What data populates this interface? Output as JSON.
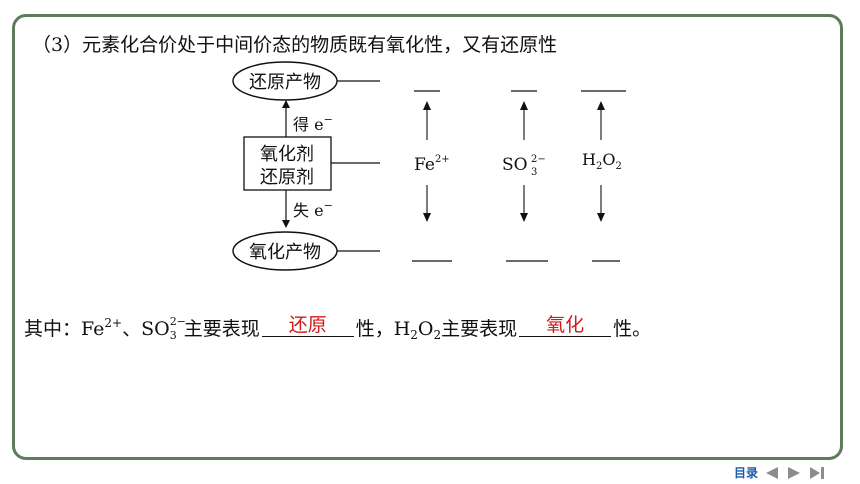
{
  "heading": "（3）元素化合价处于中间价态的物质既有氧化性，又有还原性",
  "diagram": {
    "reduction_product": "还原产物",
    "oxidation_product": "氧化产物",
    "agent_line1": "氧化剂",
    "agent_line2": "还原剂",
    "gain_label": "得 e",
    "loss_label": "失 e",
    "electron_charge": "−",
    "species": [
      {
        "base": "Fe",
        "sup": "2+"
      },
      {
        "base": "SO",
        "sub": "3",
        "sup": "2−"
      },
      {
        "base": "H",
        "sub1": "2",
        "mid": "O",
        "sub2": "2"
      }
    ]
  },
  "conclusion": {
    "prefix": "其中：Fe",
    "fe_charge": "2+",
    "sep": "、SO",
    "so_sub": "3",
    "so_sup": "2−",
    "text1": "主要表现",
    "answer1": "还原",
    "text2": "性，H",
    "h_sub": "2",
    "o": "O",
    "o_sub": "2",
    "text3": "主要表现",
    "answer2": "氧化",
    "text4": "性。"
  },
  "nav": {
    "label": "目录"
  },
  "colors": {
    "border": "#5d7d5a",
    "answer": "#d21a1a",
    "nav": "#1d5aa8"
  }
}
